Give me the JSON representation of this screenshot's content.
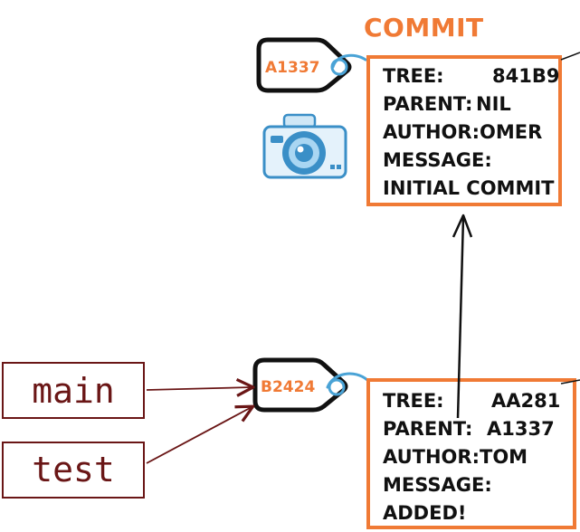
{
  "title": "COMMIT",
  "colors": {
    "accent": "#f07a35",
    "ink": "#111111",
    "branch": "#6a1616",
    "ring": "#4aa3d6",
    "camera_blue": "#3a8fc7"
  },
  "commits": [
    {
      "id": "A1337",
      "tree_label": "TREE:",
      "tree_value": "841B9",
      "parent_label": "PARENT:",
      "parent_value": "NIL",
      "author_label": "AUTHOR:",
      "author_value": "OMER",
      "message_label": "MESSAGE:",
      "message_value": "INITIAL COMMIT"
    },
    {
      "id": "B2424",
      "tree_label": "TREE:",
      "tree_value": "AA281",
      "parent_label": "PARENT:",
      "parent_value": "A1337",
      "author_label": "AUTHOR:",
      "author_value": "TOM",
      "message_label": "MESSAGE:",
      "message_value": "ADDED!"
    }
  ],
  "branches": [
    {
      "name": "main",
      "points_to": "B2424"
    },
    {
      "name": "test",
      "points_to": "B2424"
    }
  ],
  "icons": [
    "tag-icon",
    "camera-icon",
    "arrow-icon"
  ]
}
